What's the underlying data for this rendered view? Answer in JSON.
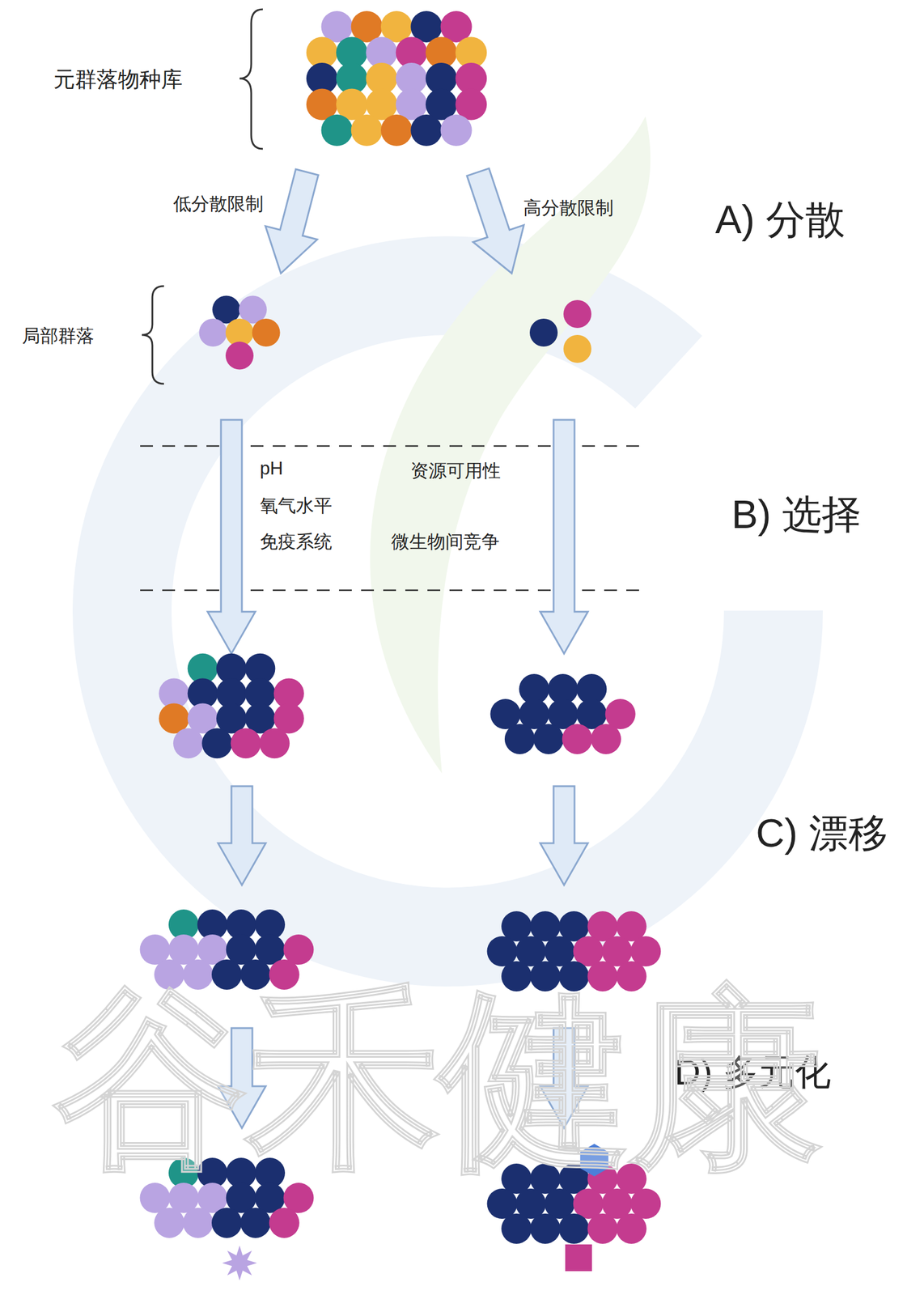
{
  "diagram": {
    "labels": [
      "元群落物种库",
      "低分散限制",
      "高分散限制",
      "A) 分散",
      "局部群落",
      "pH",
      "资源可用性",
      "氧气水平",
      "免疫系统",
      "微生物间竞争",
      "B) 选择",
      "C) 漂移",
      "D) 多元化",
      "谷禾健康"
    ]
  }
}
